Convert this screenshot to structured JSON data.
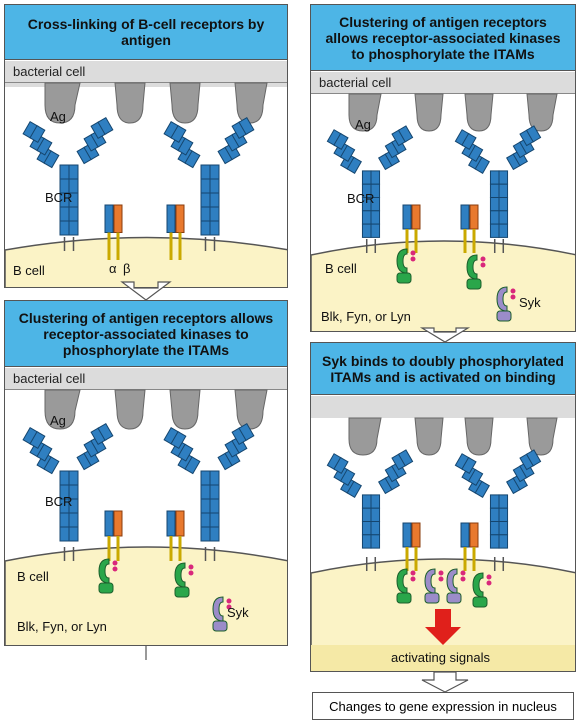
{
  "panel1": {
    "title": "Cross-linking of B-cell receptors by antigen",
    "bacterial_cell": "bacterial cell",
    "ag": "Ag",
    "bcr": "BCR",
    "b_cell": "B cell",
    "alpha": "α",
    "beta": "β"
  },
  "panel2": {
    "title": "Clustering of antigen receptors allows receptor-associated kinases to phosphorylate the ITAMs",
    "bacterial_cell": "bacterial cell",
    "ag": "Ag",
    "bcr": "BCR",
    "b_cell": "B cell",
    "kinases": "Blk, Fyn, or Lyn",
    "syk": "Syk"
  },
  "panel3": {
    "title": "Clustering of antigen receptors allows receptor-associated kinases to phosphorylate the ITAMs",
    "bacterial_cell": "bacterial cell",
    "ag": "Ag",
    "bcr": "BCR",
    "b_cell": "B cell",
    "kinases": "Blk, Fyn, or Lyn",
    "syk": "Syk"
  },
  "panel4": {
    "title": "Syk binds to doubly phosphorylated ITAMs and is activated on binding",
    "activating": "activating signals"
  },
  "result": "Changes to gene expression in nucleus",
  "colors": {
    "header": "#4db5e6",
    "bcr_blue": "#2f7fc1",
    "antigen_gray": "#9a9a9a",
    "cell_yellow": "#fbf3c6",
    "kinase_green": "#2aa64a",
    "syk_purple": "#9b8cc9",
    "igab_orange": "#e8792e",
    "arrow_red": "#e0201b"
  }
}
